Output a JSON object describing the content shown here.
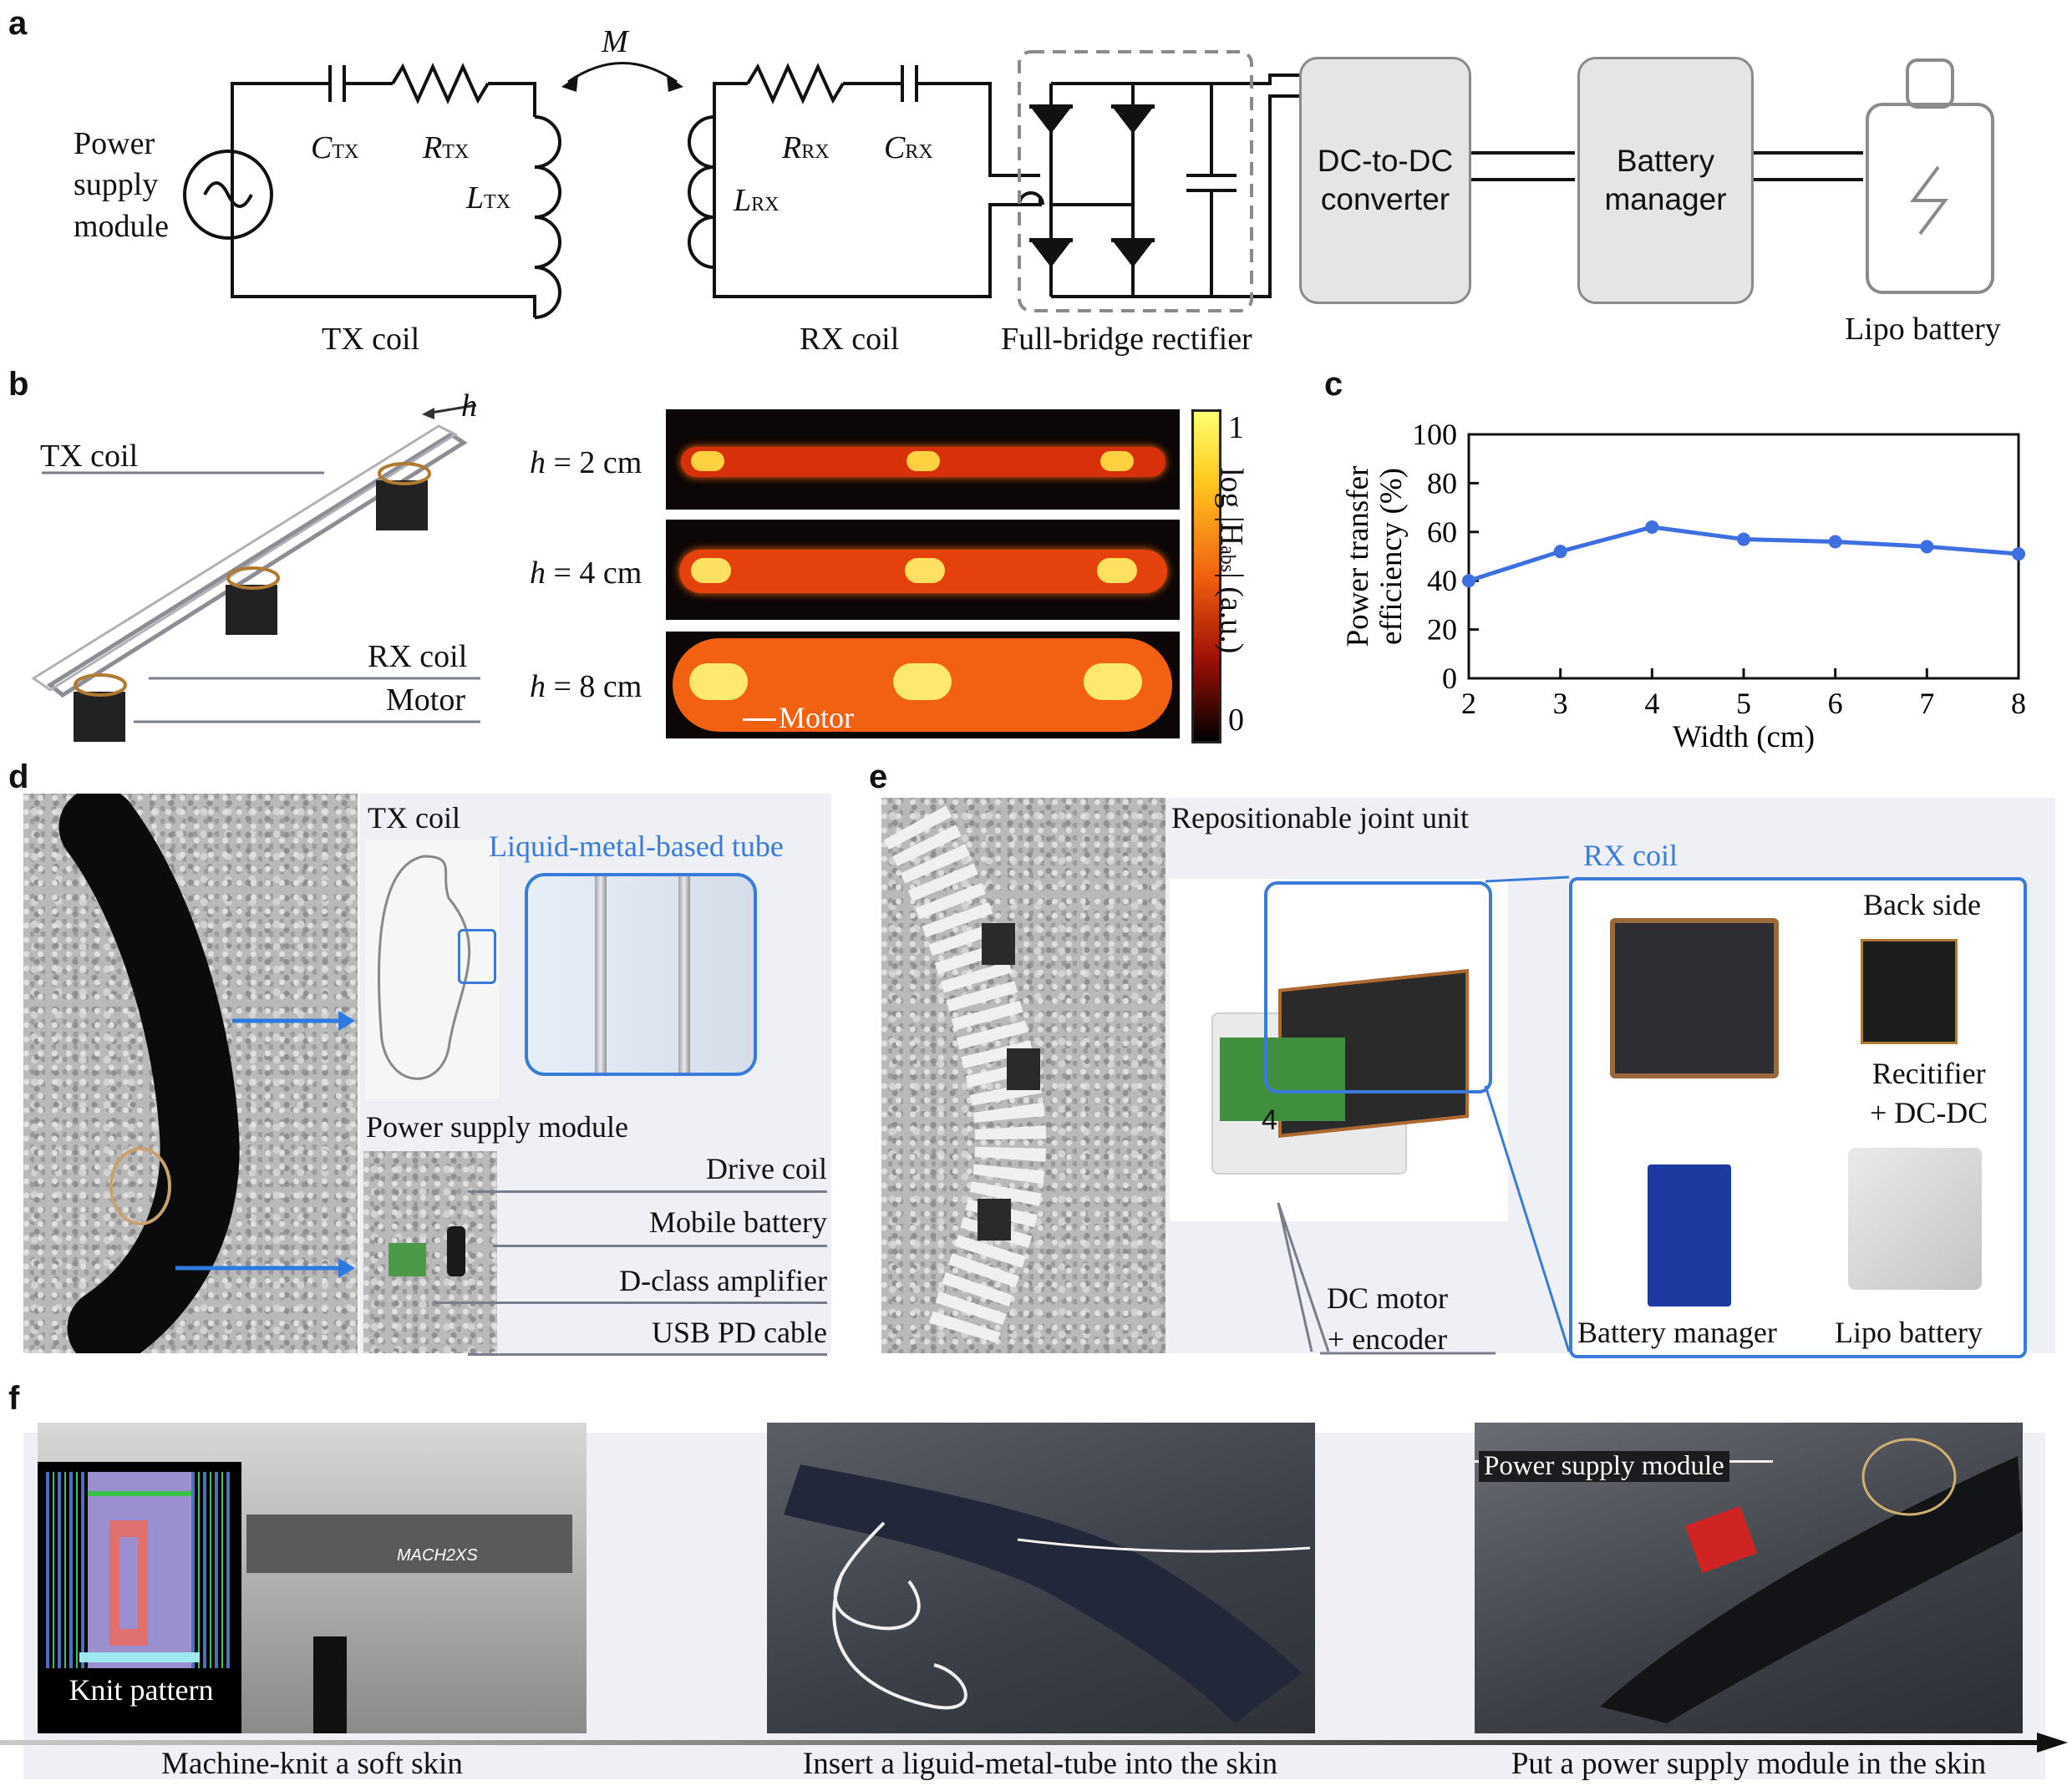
{
  "panel_labels": {
    "a": "a",
    "b": "b",
    "c": "c",
    "d": "d",
    "e": "e",
    "f": "f"
  },
  "circuit": {
    "mutual": "M",
    "power_supply": [
      "Power",
      "supply",
      "module"
    ],
    "c_tx": "C",
    "c_tx_sub": "TX",
    "r_tx": "R",
    "r_tx_sub": "TX",
    "l_tx": "L",
    "l_tx_sub": "TX",
    "r_rx": "R",
    "r_rx_sub": "RX",
    "c_rx": "C",
    "c_rx_sub": "RX",
    "l_rx": "L",
    "l_rx_sub": "RX",
    "tx_coil": "TX coil",
    "rx_coil": "RX coil",
    "rectifier": "Full-bridge rectifier",
    "dcdc": [
      "DC-to-DC",
      "converter"
    ],
    "battery_manager": [
      "Battery",
      "manager"
    ],
    "lipo": "Lipo battery"
  },
  "panel_b": {
    "tx_coil": "TX coil",
    "rx_coil": "RX coil",
    "motor": "Motor",
    "h": "h",
    "rows": [
      {
        "h": "h",
        "eq": " = 2 cm"
      },
      {
        "h": "h",
        "eq": " = 4 cm"
      },
      {
        "h": "h",
        "eq": " = 8 cm"
      }
    ],
    "motor_label": "Motor",
    "colorbar_max": "1",
    "colorbar_min": "0",
    "colorbar_label": "log |H",
    "colorbar_label_sub": "abs",
    "colorbar_label_end": "| (a.u.)",
    "colors": {
      "low": "#000000",
      "mid": "#d41c06",
      "high": "#ffff60"
    }
  },
  "chart_data": {
    "type": "line",
    "x": [
      2,
      3,
      4,
      5,
      6,
      7,
      8
    ],
    "values": [
      40,
      52,
      62,
      57,
      56,
      54,
      51
    ],
    "xlabel": "Width (cm)",
    "ylabel": [
      "Power transfer",
      "efficiency (%)"
    ],
    "xlim": [
      2,
      8
    ],
    "ylim": [
      0,
      100
    ],
    "yticks": [
      0,
      20,
      40,
      60,
      80,
      100
    ],
    "xticks": [
      2,
      3,
      4,
      5,
      6,
      7,
      8
    ],
    "grid": false,
    "color": "#3d6fe0"
  },
  "panel_d": {
    "tx_coil": "TX coil",
    "liquid_metal": "Liquid-metal-based tube",
    "power_supply_module": "Power supply module",
    "callouts": [
      "Drive coil",
      "Mobile battery",
      "D-class amplifier",
      "USB PD cable"
    ]
  },
  "panel_e": {
    "joint_unit": "Repositionable joint unit",
    "rx_coil": "RX coil",
    "back_side": "Back side",
    "rectifier": [
      "Recitifier",
      "+ DC-DC"
    ],
    "dc_motor": [
      "DC motor",
      "+ encoder"
    ],
    "battery_manager": "Battery manager",
    "lipo_battery": "Lipo battery",
    "unit_number": "4"
  },
  "panel_f": {
    "knit_pattern": "Knit pattern",
    "mach": "MACH2XS",
    "power_supply_module": "Power supply module",
    "steps": [
      "Machine-knit a soft skin",
      "Insert a liguid-metal-tube into the skin",
      "Put a power supply module in the skin"
    ]
  }
}
